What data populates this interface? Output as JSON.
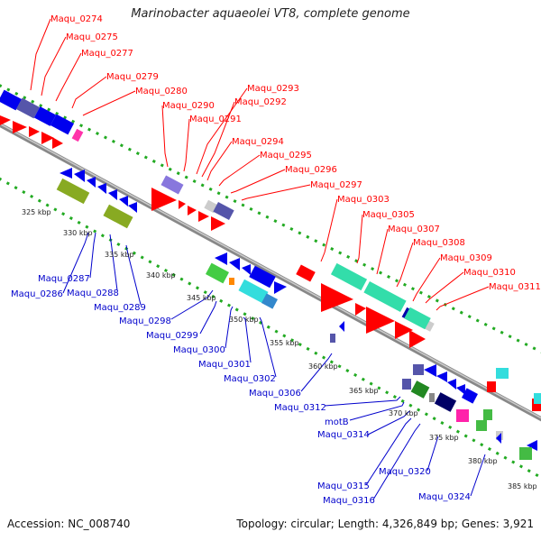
{
  "title": "Marinobacter aquaeolei VT8, complete genome",
  "accession": "Accession: NC_008740",
  "summary": "Topology: circular; Length: 4,326,849 bp; Genes: 3,921",
  "colors": {
    "backbone": "#999999",
    "dots": "#22aa22",
    "forward_gene": "#ff0000",
    "reverse_gene": "#0000ee",
    "top_label": "#ff0000",
    "bottom_label": "#0000cc"
  },
  "kbp_ticks": [
    "325 kbp",
    "330 kbp",
    "335 kbp",
    "340 kbp",
    "345 kbp",
    "350 kbp",
    "355 kbp",
    "360 kbp",
    "365 kbp",
    "370 kbp",
    "375 kbp",
    "380 kbp",
    "385 kbp"
  ],
  "top_genes": [
    "Maqu_0274",
    "Maqu_0275",
    "Maqu_0277",
    "Maqu_0279",
    "Maqu_0280",
    "Maqu_0290",
    "Maqu_0291",
    "Maqu_0293",
    "Maqu_0292",
    "Maqu_0294",
    "Maqu_0295",
    "Maqu_0296",
    "Maqu_0297",
    "Maqu_0303",
    "Maqu_0305",
    "Maqu_0307",
    "Maqu_0308",
    "Maqu_0309",
    "Maqu_0310",
    "Maqu_0311"
  ],
  "bottom_genes": [
    "Maqu_0287",
    "Maqu_0286",
    "Maqu_0288",
    "Maqu_0289",
    "Maqu_0298",
    "Maqu_0299",
    "Maqu_0300",
    "Maqu_0301",
    "Maqu_0302",
    "Maqu_0306",
    "Maqu_0312",
    "motB",
    "Maqu_0314",
    "Maqu_0315",
    "Maqu_0316",
    "Maqu_0320",
    "Maqu_0324"
  ]
}
